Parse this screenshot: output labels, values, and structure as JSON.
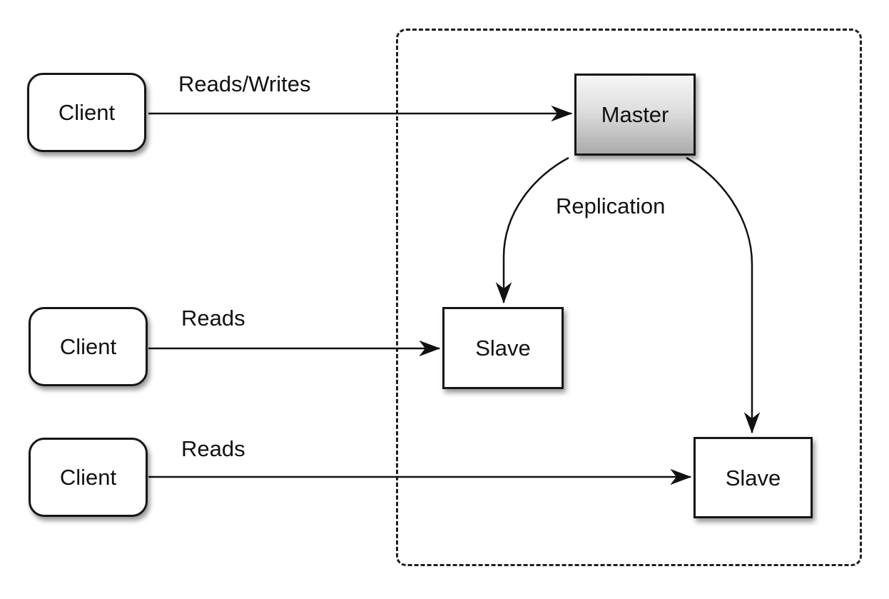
{
  "diagram": {
    "type": "master-slave-replication",
    "nodes": {
      "client_top": {
        "label": "Client"
      },
      "client_middle": {
        "label": "Client"
      },
      "client_bottom": {
        "label": "Client"
      },
      "master": {
        "label": "Master"
      },
      "slave_left": {
        "label": "Slave"
      },
      "slave_right": {
        "label": "Slave"
      }
    },
    "edges": {
      "client_top_to_master": {
        "label": "Reads/Writes",
        "from": "client_top",
        "to": "master"
      },
      "client_middle_to_slave_left": {
        "label": "Reads",
        "from": "client_middle",
        "to": "slave_left"
      },
      "client_bottom_to_slave_right": {
        "label": "Reads",
        "from": "client_bottom",
        "to": "slave_right"
      },
      "master_to_slave_left": {
        "label": "Replication",
        "from": "master",
        "to": "slave_left"
      },
      "master_to_slave_right": {
        "label": "",
        "from": "master",
        "to": "slave_right"
      }
    },
    "colors": {
      "stroke": "#161616",
      "node_fill": "#ffffff",
      "master_gradient_top": "#f6f6f6",
      "master_gradient_bottom": "#ababab",
      "background": "#ffffff",
      "text": "#111111"
    }
  }
}
